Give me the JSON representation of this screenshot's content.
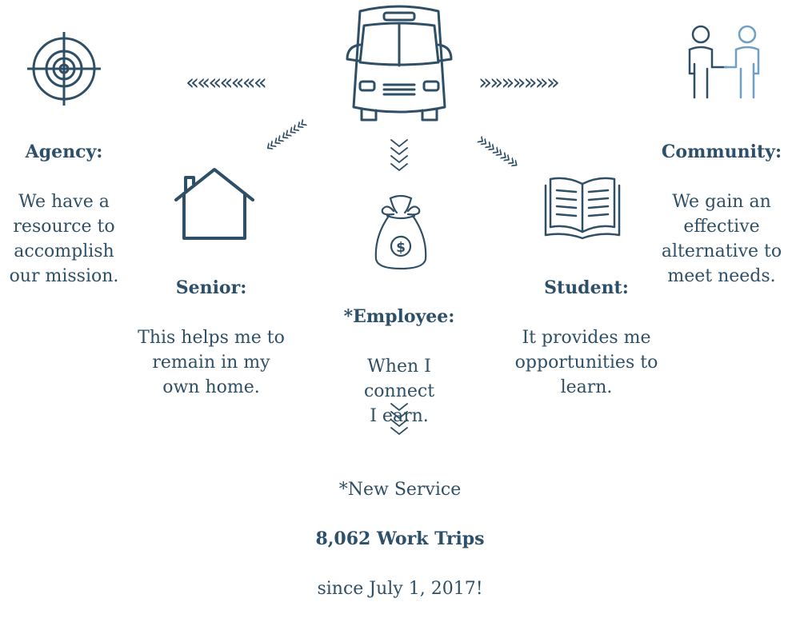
{
  "agency": {
    "title": "Agency:",
    "body": "We have a\nresource to\naccomplish\nour mission."
  },
  "community": {
    "title": "Community:",
    "body": "We gain an\neffective\nalternative to\nmeet needs."
  },
  "senior": {
    "title": "Senior:",
    "body": "This helps me to\nremain in my\nown home."
  },
  "employee": {
    "title": "*Employee:",
    "body": "When I\nconnect\nI earn."
  },
  "student": {
    "title": "Student:",
    "body": "It provides me\nopportunities to\nlearn."
  },
  "footnote": {
    "line1": "*New Service",
    "line2": "8,062 Work Trips",
    "line3": "since July 1, 2017!"
  },
  "arrows": {
    "left": "«««««««",
    "right": "»»»»»»»",
    "down_left": "«««««",
    "down_right": "»»»»»"
  },
  "icons": {
    "bus": "bus-icon",
    "target": "target-icon",
    "people": "handshake-people-icon",
    "house": "house-icon",
    "money_bag": "money-bag-icon",
    "book": "open-book-icon",
    "chevron_down": "chevron-down-icon"
  },
  "colors": {
    "primary": "#2f4f66",
    "accent_light": "#6e9fc4"
  }
}
